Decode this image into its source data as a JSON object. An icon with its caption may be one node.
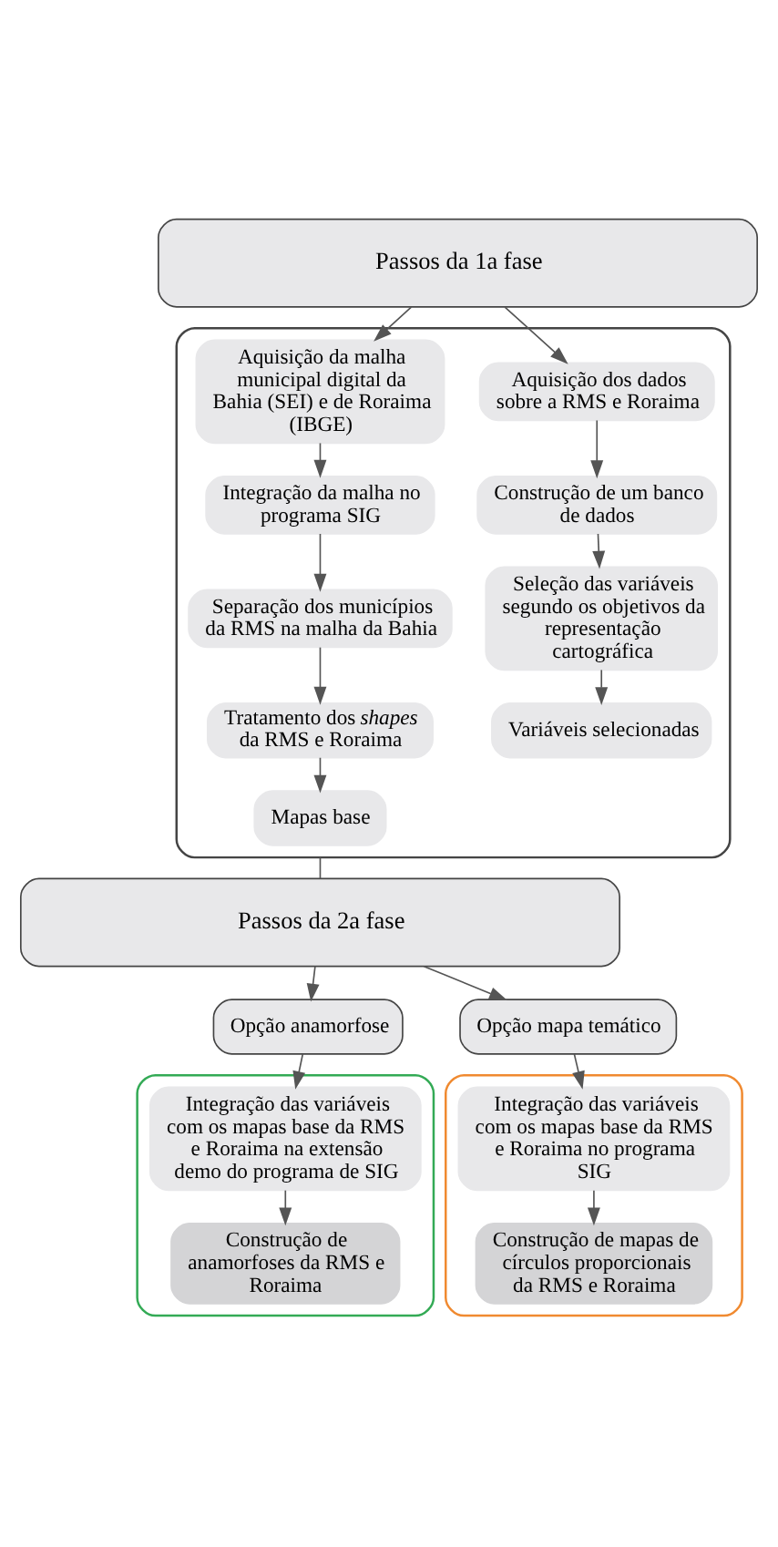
{
  "diagram": {
    "nodes": [
      {
        "text": [
          "Passos da 1a fase"
        ]
      },
      {
        "text": [],
        "shape": "box"
      },
      {
        "text": [
          "Aquisição dos dados sobre a RMS e Roraima"
        ],
        "in": 1
      },
      {
        "text": [
          "Construção de um banco de dados"
        ],
        "in": 1
      },
      {
        "text": [
          "Seleção das variáveis segundo os objetivos da representação cartográfica"
        ],
        "in": 1
      },
      {
        "text": [
          "Variáveis selecionadas"
        ],
        "in": 1
      },
      {
        "text": [
          "Aquisição da malha municipal digital da Bahia (SEI) e de Roraima (IBGE)"
        ],
        "in": 1
      },
      {
        "text": [
          "Integração da malha no programa SIG"
        ],
        "in": 1
      },
      {
        "text": [
          "Separação dos municípios da RMS na malha da Bahia"
        ],
        "in": 1
      },
      {
        "text": [
          "Tratamento dos *shapes* da RMS e Roraima"
        ],
        "in": 1
      },
      {
        "text": [
          "Mapas base"
        ],
        "in": 1
      },
      {
        "text": [
          "Passos da 2a fase"
        ]
      },
      {
        "text": [
          "Opção anamorfose"
        ]
      },
      {
        "text": [
          "Opção mapa temático"
        ]
      },
      {
        "text": [],
        "shape": "box"
      },
      {
        "text": [
          "Integração das variáveis com os mapas base da RMS e Roraima na extensão demo do programa de SIG"
        ],
        "in": 14
      },
      {
        "text": [
          "Construção de anamorfoses da RMS e Roraima"
        ],
        "in": 14
      },
      {
        "text": [],
        "shape": "box"
      },
      {
        "text": [
          "Integração das variáveis com os mapas base da RMS e Roraima no programa SIG"
        ],
        "in": 17
      },
      {
        "text": [
          "Construção de mapas de círculos proporcionais da RMS e Roraima"
        ],
        "in": 17
      }
    ],
    "edges": [
      {
        "from": 0,
        "to": 2,
        "arrow": "to"
      },
      {
        "from": 0,
        "to": 6,
        "arrow": "to"
      },
      {
        "from": 2,
        "to": 3,
        "arrow": "to"
      },
      {
        "from": 3,
        "to": 4,
        "arrow": "to"
      },
      {
        "from": 4,
        "to": 5,
        "arrow": "to"
      },
      {
        "from": 6,
        "to": 7,
        "arrow": "to"
      },
      {
        "from": 7,
        "to": 8,
        "arrow": "to"
      },
      {
        "from": 8,
        "to": 9,
        "arrow": "to"
      },
      {
        "from": 9,
        "to": 10,
        "arrow": "to"
      },
      {
        "from": 1,
        "to": 11,
        "arrow": "none"
      },
      {
        "from": 11,
        "to": 12,
        "arrow": "to"
      },
      {
        "from": 11,
        "to": 13,
        "arrow": "to"
      },
      {
        "from": 12,
        "to": 15,
        "arrow": "to"
      },
      {
        "from": 15,
        "to": 16,
        "arrow": "to"
      },
      {
        "from": 13,
        "to": 18,
        "arrow": "to"
      },
      {
        "from": 18,
        "to": 19,
        "arrow": "to"
      }
    ]
  }
}
